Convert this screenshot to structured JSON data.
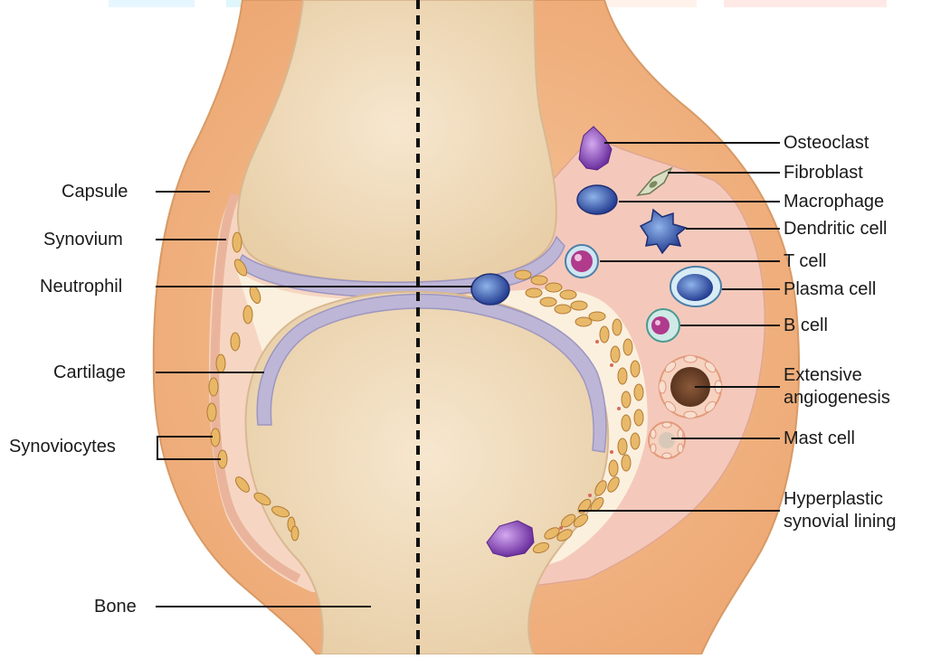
{
  "diagram": {
    "labels_left": {
      "capsule": "Capsule",
      "synovium": "Synovium",
      "neutrophil": "Neutrophil",
      "cartilage": "Cartilage",
      "synoviocytes": "Synoviocytes",
      "bone": "Bone"
    },
    "labels_right": {
      "osteoclast": "Osteoclast",
      "fibroblast": "Fibroblast",
      "macrophage": "Macrophage",
      "dendritic_cell": "Dendritic cell",
      "t_cell": "T cell",
      "plasma_cell": "Plasma cell",
      "b_cell": "B cell",
      "angiogenesis_line1": "Extensive",
      "angiogenesis_line2": "angiogenesis",
      "mast_cell": "Mast cell",
      "hyperplastic_line1": "Hyperplastic",
      "hyperplastic_line2": "synovial lining"
    },
    "colors": {
      "capsule": "#f2b98a",
      "bone": "#f1dcbd",
      "cartilage": "#b9b3d3",
      "synovial_fluid": "#fbf0de",
      "inflamed_synovium": "#f4cbbd",
      "cell_fill": "#e9b96a"
    }
  }
}
